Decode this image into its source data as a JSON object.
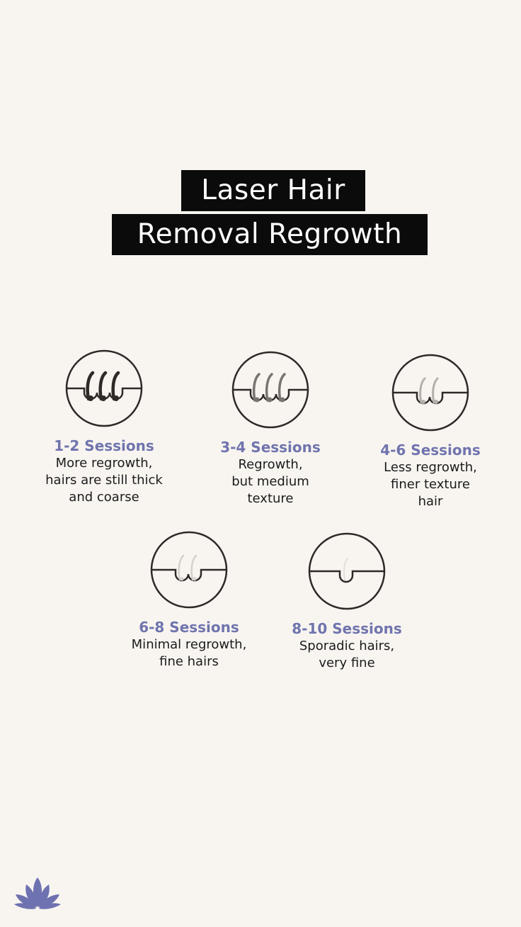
{
  "title": {
    "line1": "Laser Hair",
    "line2": "Removal Regrowth"
  },
  "stages": [
    {
      "sessions": "1-2 Sessions",
      "desc": [
        "More regrowth,",
        "hairs are still thick",
        "and coarse"
      ],
      "icon": "thick-hair-follicle-icon"
    },
    {
      "sessions": "3-4 Sessions",
      "desc": [
        "Regrowth,",
        "but medium",
        "texture"
      ],
      "icon": "medium-hair-follicle-icon"
    },
    {
      "sessions": "4-6 Sessions",
      "desc": [
        "Less regrowth,",
        "finer texture",
        "hair"
      ],
      "icon": "fine-hair-follicle-icon"
    },
    {
      "sessions": "6-8 Sessions",
      "desc": [
        "Minimal regrowth,",
        "fine hairs"
      ],
      "icon": "minimal-hair-follicle-icon"
    },
    {
      "sessions": "8-10 Sessions",
      "desc": [
        "Sporadic hairs,",
        "very fine"
      ],
      "icon": "sporadic-hair-follicle-icon"
    }
  ],
  "logo": {
    "icon": "lotus-icon"
  },
  "colors": {
    "background": "#f8f5f1",
    "title_bg": "#0b0b0b",
    "title_text": "#ffffff",
    "accent": "#7074ad",
    "outline": "#2d2a29"
  }
}
